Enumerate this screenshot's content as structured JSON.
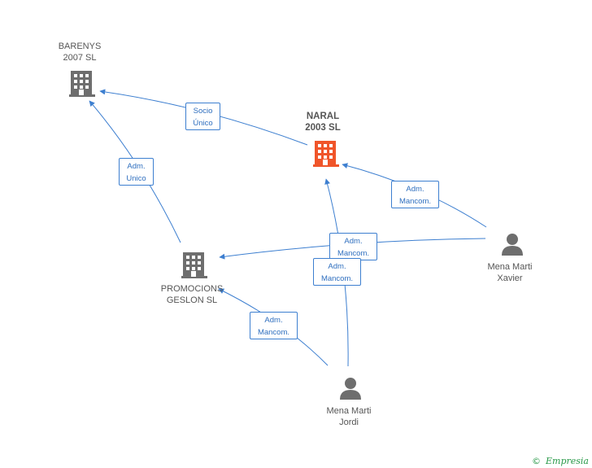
{
  "colors": {
    "edge": "#3d7fd0",
    "building_gray": "#6e6e6e",
    "building_main": "#f0552a",
    "person": "#6e6e6e"
  },
  "nodes": {
    "barenys": {
      "line1": "BARENYS",
      "line2": "2007  SL",
      "icon": "building-icon"
    },
    "naral": {
      "line1": "NARAL",
      "line2": "2003 SL",
      "icon": "building-icon"
    },
    "promocions": {
      "line1": "PROMOCIONS",
      "line2": "GESLON SL",
      "icon": "building-icon"
    },
    "xavier": {
      "line1": "Mena Marti",
      "line2": "Xavier",
      "icon": "person-icon"
    },
    "jordi": {
      "line1": "Mena Marti",
      "line2": "Jordi",
      "icon": "person-icon"
    }
  },
  "edges": [
    {
      "from": "naral",
      "to": "barenys",
      "line1": "Socio",
      "line2": "Único"
    },
    {
      "from": "promocions",
      "to": "barenys",
      "line1": "Adm.",
      "line2": "Unico"
    },
    {
      "from": "xavier",
      "to": "naral",
      "line1": "Adm.",
      "line2": "Mancom."
    },
    {
      "from": "xavier",
      "to": "promocions",
      "line1": "Adm.",
      "line2": "Mancom."
    },
    {
      "from": "jordi",
      "to": "naral",
      "line1": "Adm.",
      "line2": "Mancom."
    },
    {
      "from": "jordi",
      "to": "promocions",
      "line1": "Adm.",
      "line2": "Mancom."
    }
  ],
  "watermark": {
    "copyright": "©",
    "brand": "Empresia"
  }
}
